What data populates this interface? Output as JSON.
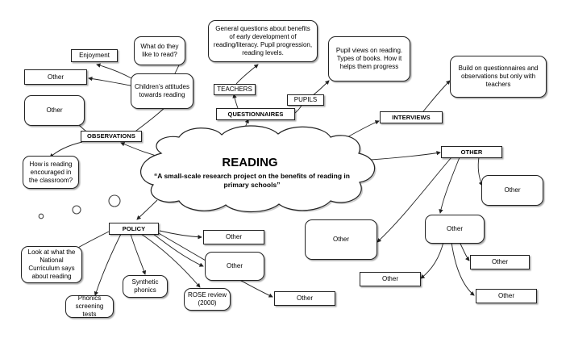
{
  "center": {
    "title": "READING",
    "subtitle": "“A small-scale research project on the benefits of reading in primary schools”"
  },
  "labels": {
    "observations": "OBSERVATIONS",
    "questionnaires": "QUESTIONNAIRES",
    "teachers": "TEACHERS",
    "pupils": "PUPILS",
    "interviews": "INTERVIEWS",
    "other": "OTHER",
    "policy": "POLICY"
  },
  "notes": {
    "enjoyment": "Enjoyment",
    "what_they_like": "What do they like to read?",
    "other_top_left": "Other",
    "childrens_attitudes": "Children’s attitudes towards reading",
    "other_obs": "Other",
    "how_encouraged": "How is reading encouraged in the classroom?",
    "teacher_questions": "General questions about benefits of early development of reading/literacy.  Pupil progression, reading levels.",
    "pupil_views": "Pupil views on reading.  Types of books. How it helps them progress",
    "build_on": "Build on questionnaires and observations but only with teachers",
    "other_right": "Other",
    "other_big": "Other",
    "other_mid": "Other",
    "other_r1": "Other",
    "other_r2": "Other",
    "other_r3": "Other",
    "national_curriculum": "Look at what the National Curriculum says about reading",
    "phonics_tests": "Phonics screening tests",
    "synthetic_phonics": "Synthetic phonics",
    "rose_review": "ROSE review (2000)",
    "policy_other1": "Other",
    "policy_other2": "Other",
    "policy_other3": "Other"
  },
  "colors": {
    "stroke": "#222222",
    "background": "#ffffff",
    "shadow": "#9a9a9a"
  }
}
